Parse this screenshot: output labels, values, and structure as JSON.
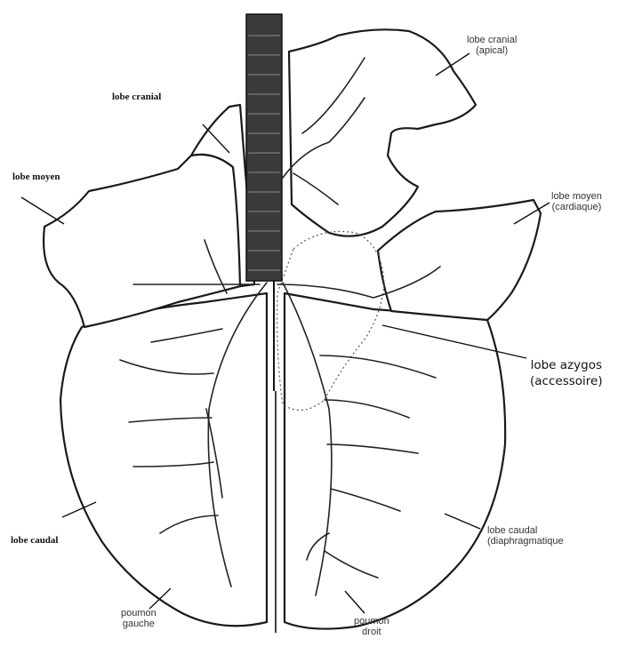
{
  "labels": {
    "cranial_left": "lobe cranial",
    "moyen_left": "lobe moyen",
    "caudal_left": "lobe caudal",
    "cranial_right_line1": "lobe cranial",
    "cranial_right_line2": "(apical)",
    "moyen_right_line1": "lobe moyen",
    "moyen_right_line2": "(cardiaque)",
    "azygos_line1": "lobe azygos",
    "azygos_line2": "(accessoire)",
    "caudal_right_line1": "lobe caudal",
    "caudal_right_line2": "(diaphragmatique",
    "poumon_gauche_line1": "poumon",
    "poumon_gauche_line2": "gauche",
    "poumon_droit_line1": "poumon",
    "poumon_droit_line2": "droit"
  }
}
